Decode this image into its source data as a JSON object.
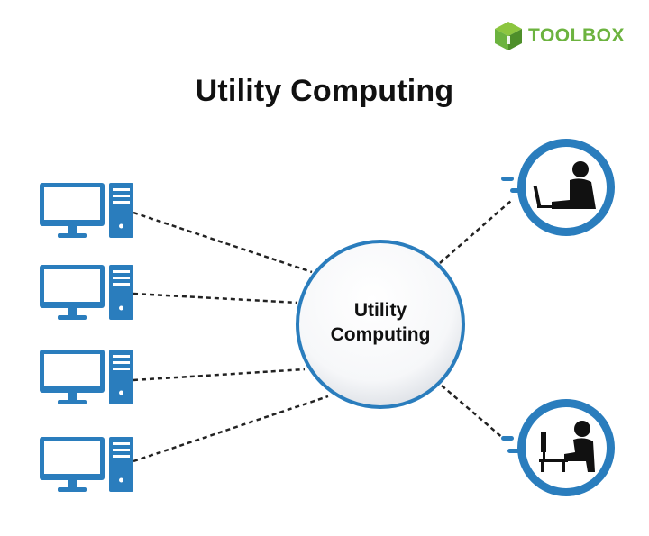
{
  "brand": {
    "name": "TOOLBOX",
    "logo_icon": "green-cube-icon",
    "color": "#6cb33f"
  },
  "diagram": {
    "title": "Utility Computing",
    "hub": {
      "line1": "Utility",
      "line2": "Computing"
    },
    "clients": [
      {
        "icon": "desktop-computer-icon"
      },
      {
        "icon": "desktop-computer-icon"
      },
      {
        "icon": "desktop-computer-icon"
      },
      {
        "icon": "desktop-computer-icon"
      }
    ],
    "users": [
      {
        "icon": "user-at-laptop-icon"
      },
      {
        "icon": "user-at-desktop-icon"
      }
    ],
    "colors": {
      "primary": "#2a7dbd",
      "connector": "#222222",
      "text": "#111111"
    }
  }
}
